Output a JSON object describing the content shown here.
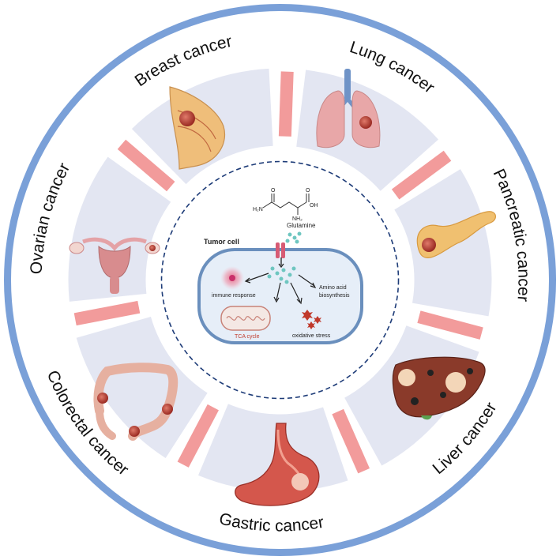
{
  "colors": {
    "outer_ring": "#7aa0d8",
    "panel": "#e3e6f2",
    "separator": "#f29b9b",
    "cell_fill": "#e6eef8",
    "cell_stroke": "#6a8fbd",
    "center_dash": "#1e3c78"
  },
  "cancers": [
    {
      "label": "Lung cancer",
      "icon": "lungs-icon"
    },
    {
      "label": "Pancreatic cancer",
      "icon": "pancreas-icon"
    },
    {
      "label": "Liver cancer",
      "icon": "liver-icon"
    },
    {
      "label": "Gastric cancer",
      "icon": "stomach-icon"
    },
    {
      "label": "Colorectal cancer",
      "icon": "colon-icon"
    },
    {
      "label": "Ovarian cancer",
      "icon": "uterus-ovaries-icon"
    },
    {
      "label": "Breast cancer",
      "icon": "breast-icon"
    }
  ],
  "center": {
    "molecule_name": "Glutamine",
    "atom_h2n": "H₂N",
    "atom_nh2": "NH₂",
    "atom_oh": "OH",
    "atom_o1": "O",
    "atom_o2": "O",
    "cell_title": "Tumor cell",
    "effects": {
      "immune": "immune response",
      "tca": "TCA cycle",
      "amino_line1": "Amino acid",
      "amino_line2": "biosynthesis",
      "oxidative": "oxidative stress"
    }
  }
}
